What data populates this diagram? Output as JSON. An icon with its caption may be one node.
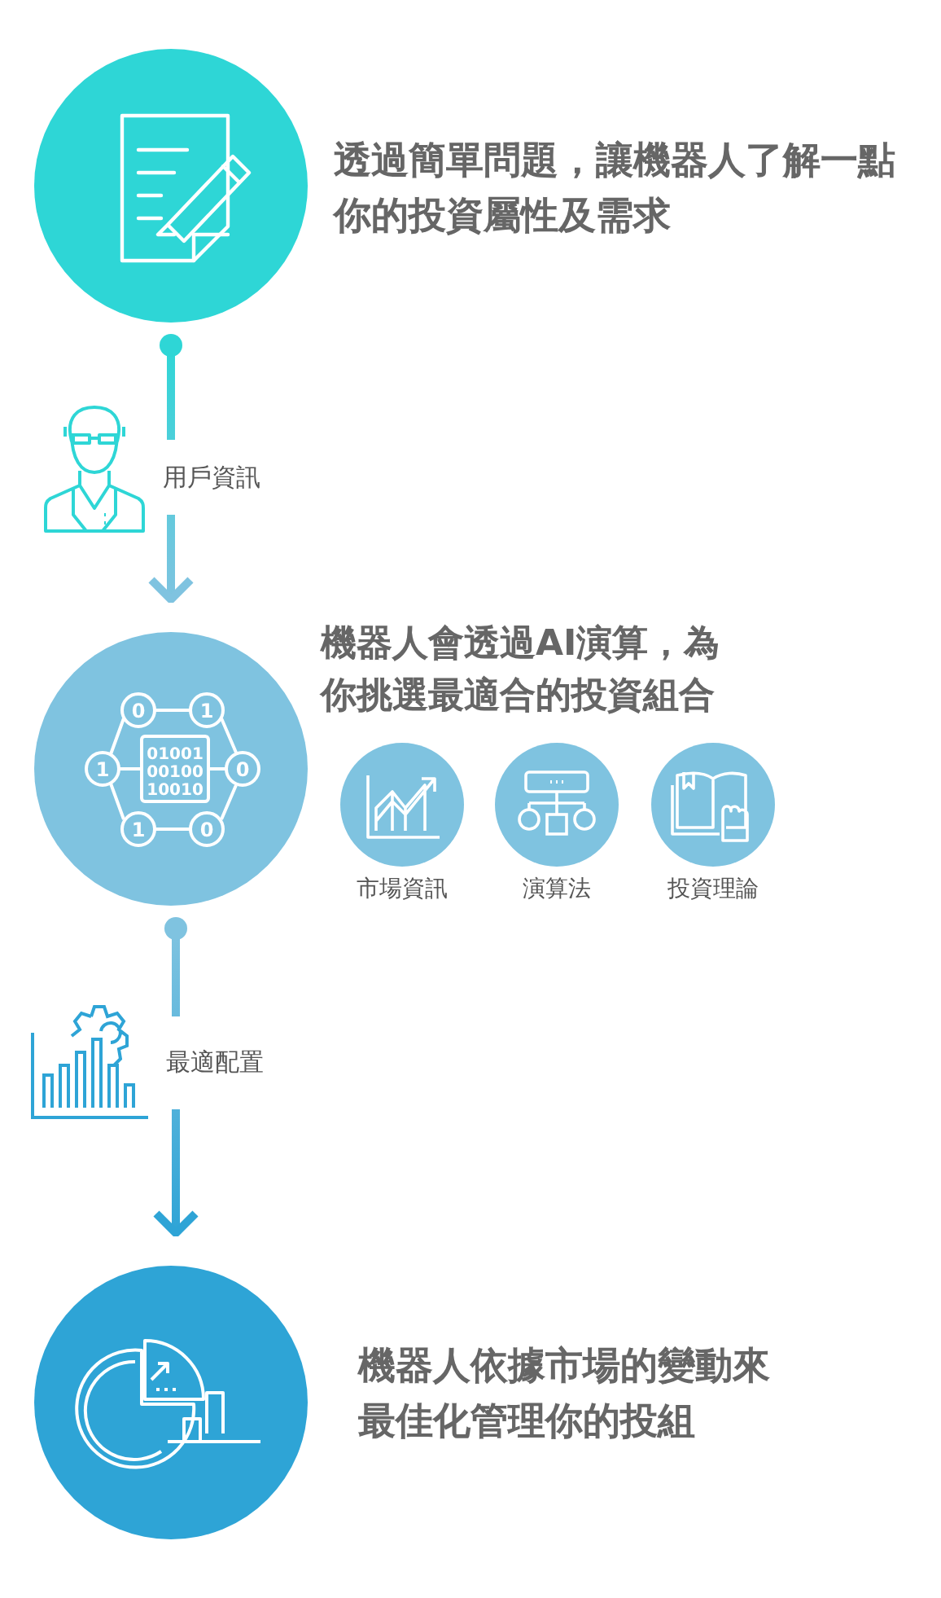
{
  "diagram": {
    "nodes": [
      {
        "text": [],
        "shape": "circle",
        "beside": [
          "透過簡單問題，讓機器人了解一點你的投資屬性及需求"
        ]
      },
      {
        "text": [],
        "shape": "circle",
        "beside": [
          "機器人會透過AI演算，為你挑選最適合的投資組合"
        ]
      },
      {
        "text": [],
        "shape": "circle",
        "beside": [
          "市場資訊"
        ]
      },
      {
        "text": [],
        "shape": "circle",
        "beside": [
          "演算法"
        ]
      },
      {
        "text": [],
        "shape": "circle",
        "beside": [
          "投資理論"
        ]
      },
      {
        "text": [],
        "shape": "circle",
        "beside": [
          "機器人依據市場的變動來最佳化管理你的投組"
        ]
      }
    ],
    "edges": [
      {
        "from": 0,
        "to": 1,
        "arrow": "to",
        "label": "用戶資訊"
      },
      {
        "from": 1,
        "to": 5,
        "arrow": "to",
        "label": "最適配置"
      }
    ],
    "labels": [
      "0",
      "1",
      "1",
      "01001 00100 10010",
      "0",
      "1",
      "0"
    ]
  }
}
